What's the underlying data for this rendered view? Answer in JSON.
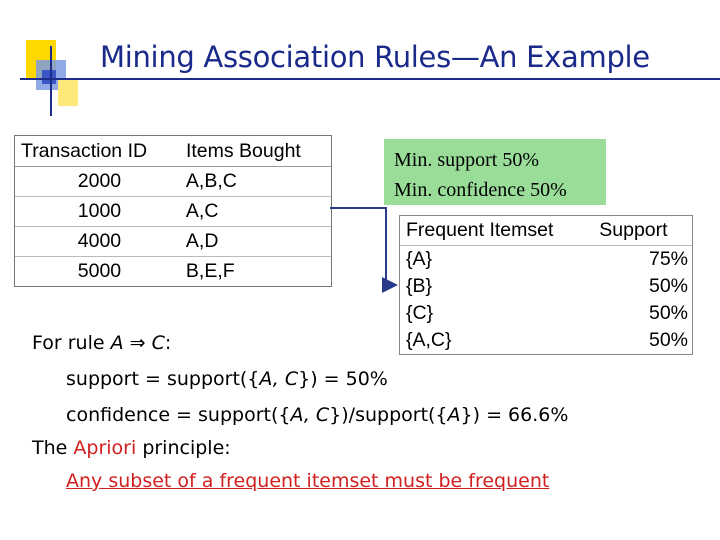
{
  "title": "Mining Association Rules—An Example",
  "transactions": {
    "headers": [
      "Transaction ID",
      "Items Bought"
    ],
    "rows": [
      [
        "2000",
        "A,B,C"
      ],
      [
        "1000",
        "A,C"
      ],
      [
        "4000",
        "A,D"
      ],
      [
        "5000",
        "B,E,F"
      ]
    ]
  },
  "min_box": {
    "line1": "Min. support 50%",
    "line2": "Min. confidence 50%",
    "color": "#99dd99"
  },
  "frequent": {
    "headers": [
      "Frequent Itemset",
      "Support"
    ],
    "rows": [
      [
        "{A}",
        "75%"
      ],
      [
        "{B}",
        "50%"
      ],
      [
        "{C}",
        "50%"
      ],
      [
        "{A,C}",
        "50%"
      ]
    ]
  },
  "rule": {
    "prefix": "For rule",
    "a": "A",
    "arrow": "⇒",
    "c": "C",
    "suffix": ":"
  },
  "support_line": {
    "pre": "support = support({",
    "var": "A, C",
    "post": "}) = 50%"
  },
  "confidence_line": {
    "pre": "confidence = support({",
    "var1": "A, C",
    "mid": "})/support({",
    "var2": "A",
    "post": "}) = 66.6%"
  },
  "apriori": {
    "pre": "The",
    "word": "Apriori",
    "post": "principle:"
  },
  "principle_text": "Any subset of a frequent itemset must be frequent",
  "colors": {
    "title": "#1a2a8a",
    "accent_red": "#d22020"
  }
}
